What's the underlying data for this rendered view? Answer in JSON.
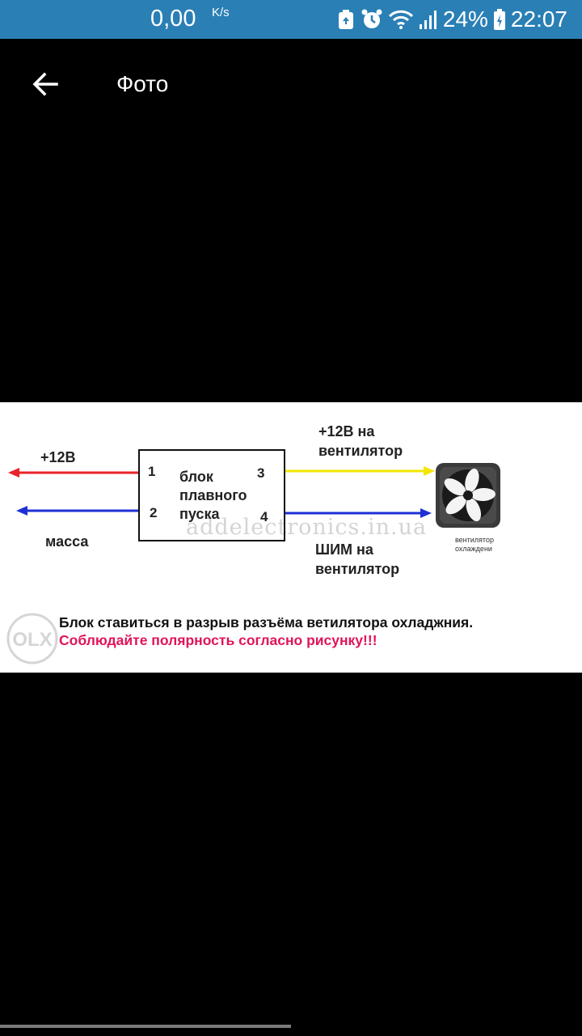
{
  "status_bar": {
    "speed_value": "0,00",
    "speed_unit": "K/s",
    "battery_percent": "24%",
    "time": "22:07",
    "icons": [
      "save-mode-icon",
      "alarm-icon",
      "wifi-icon",
      "signal-icon",
      "battery-charging-icon"
    ]
  },
  "app_bar": {
    "back_icon": "arrow-back-icon",
    "title": "Фото"
  },
  "photo": {
    "label_plus12": "+12В",
    "label_mass": "масса",
    "block_line1": "блок",
    "block_line2": "плавного",
    "block_line3": "пуска",
    "pin1": "1",
    "pin2": "2",
    "pin3": "3",
    "pin4": "4",
    "label_fan_power_line1": "+12В на",
    "label_fan_power_line2": "вентилятор",
    "label_pwm_line1": "ШИМ на",
    "label_pwm_line2": "вентилятор",
    "fan_caption_line1": "вентилятор",
    "fan_caption_line2": "охлаждени",
    "watermark": "addelectronics.in.ua",
    "note_black": "Блок ставиться в разрыв разъёма ветилятора охладжния.",
    "note_red": "Соблюдайте полярность согласно рисунку!!!",
    "logo": "OLX",
    "colors": {
      "red_wire": "#e8232a",
      "blue_wire": "#1f2fd6",
      "yellow_wire": "#f2e600",
      "note_red": "#e0145a"
    }
  }
}
